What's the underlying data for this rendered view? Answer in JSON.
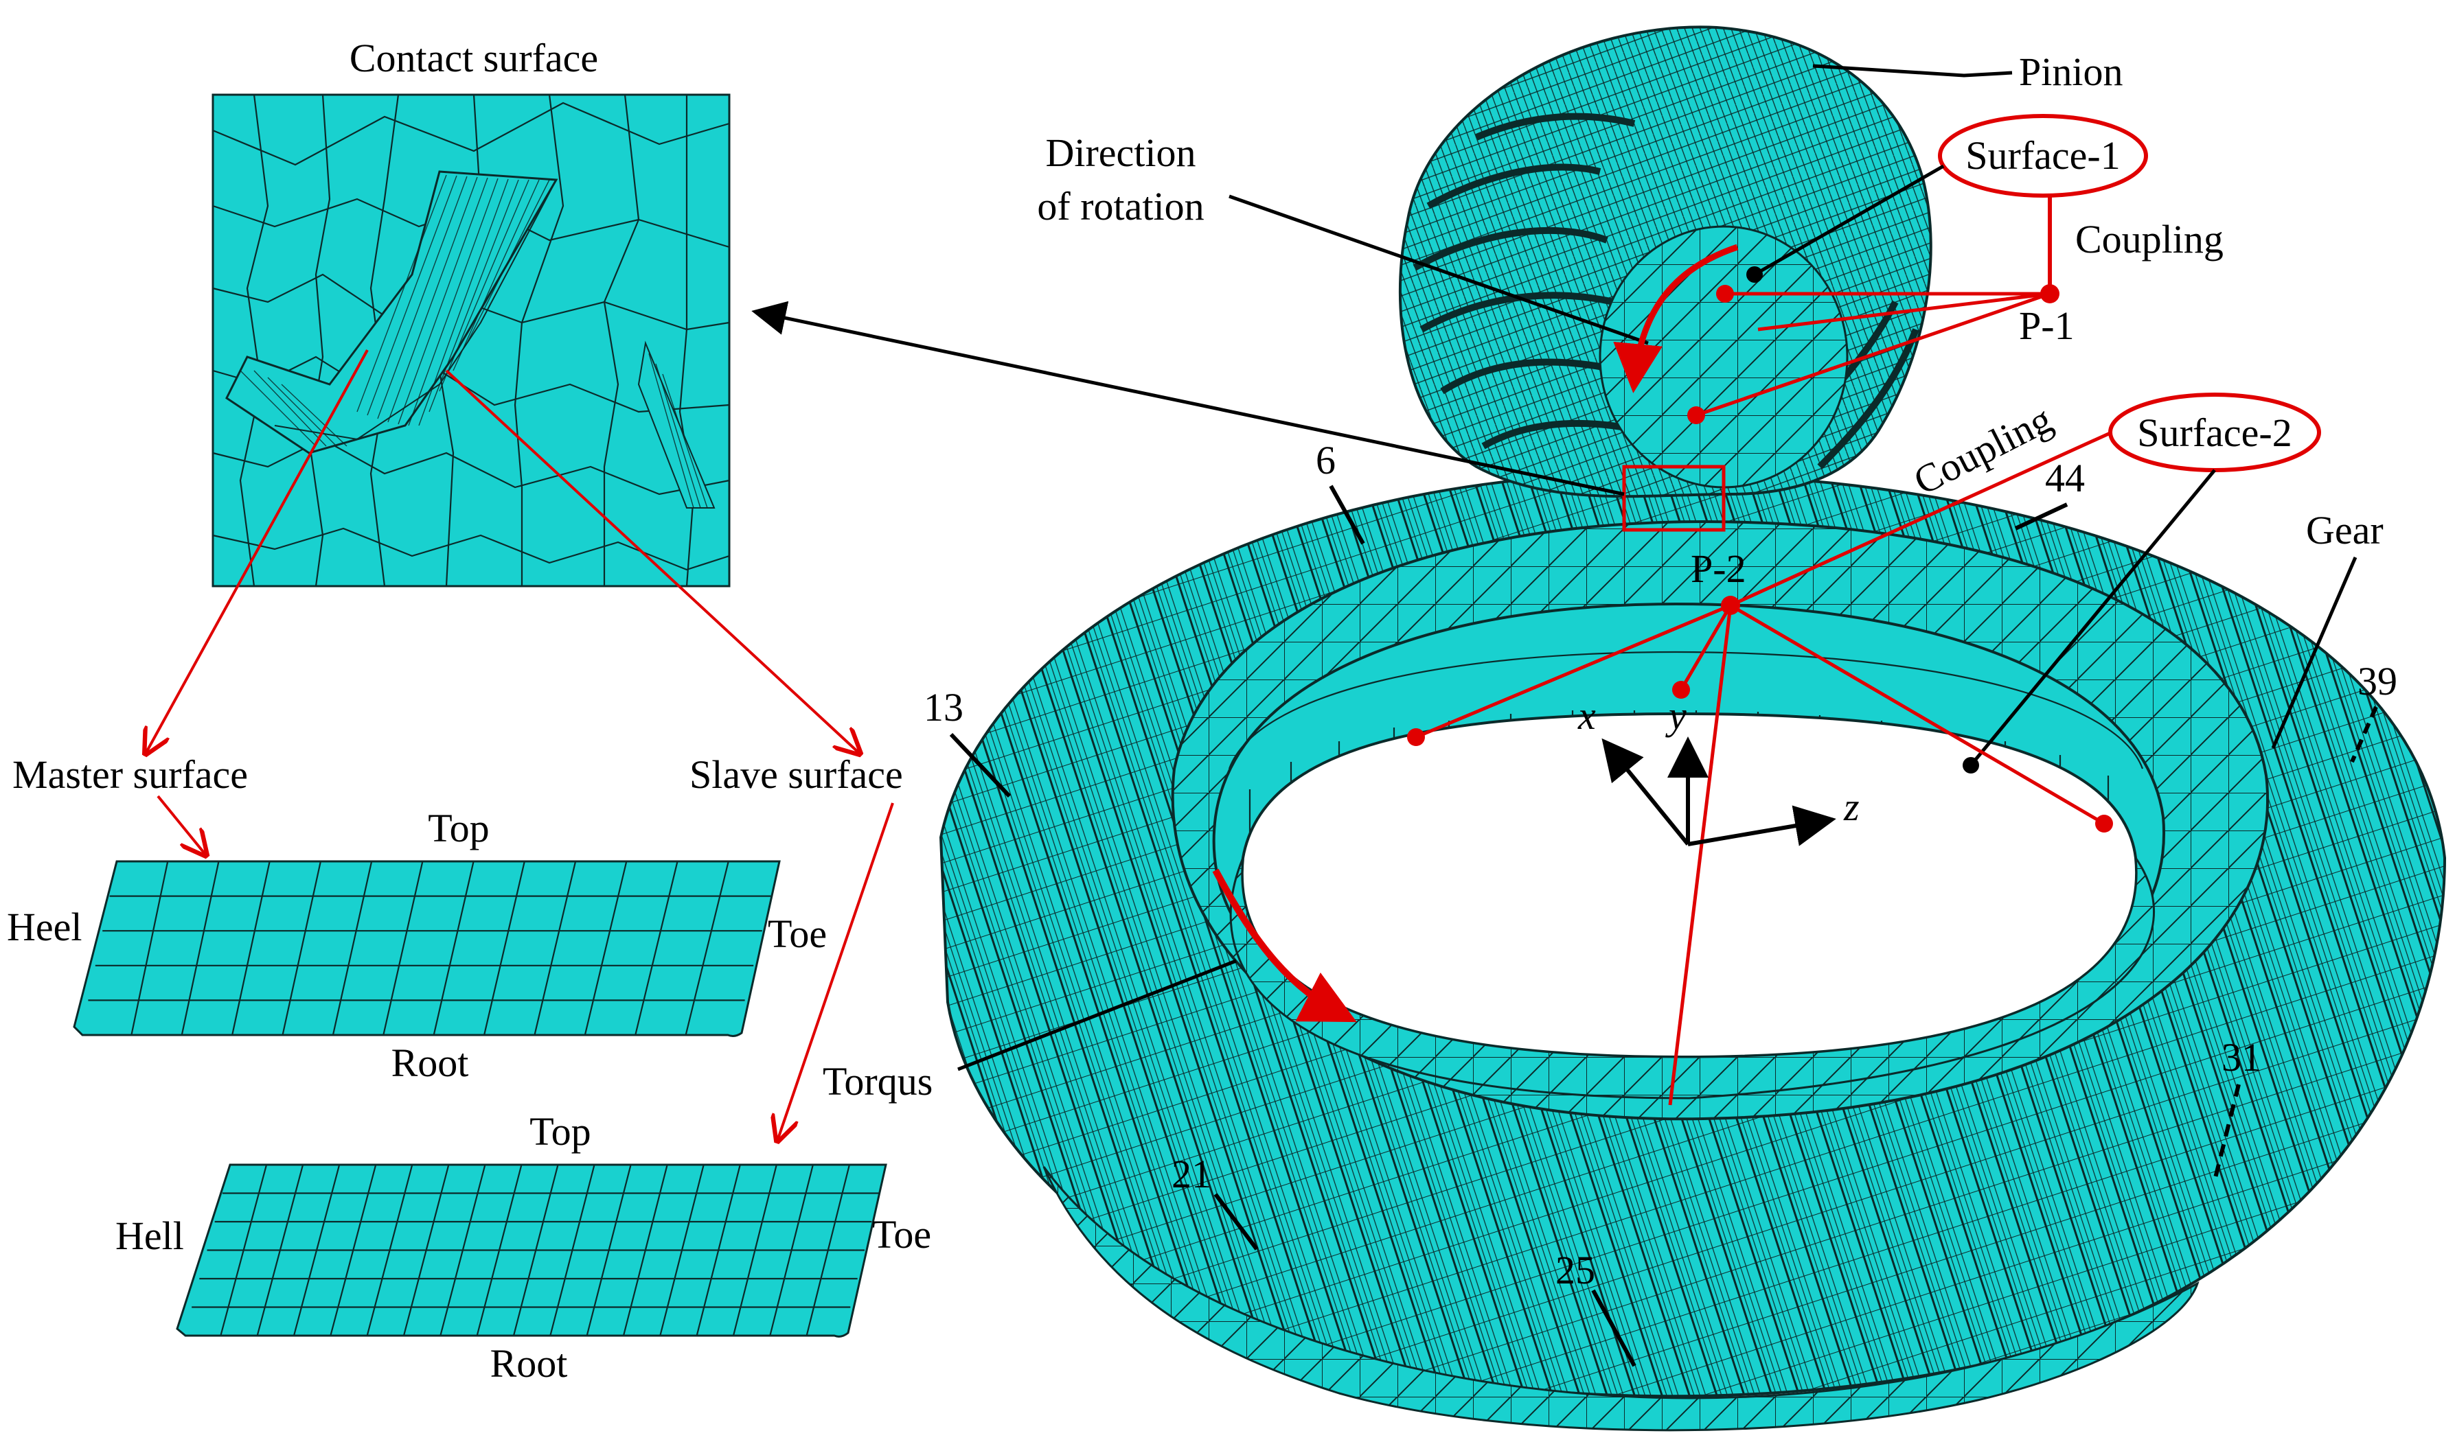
{
  "labels": {
    "contact_surface": "Contact surface",
    "pinion": "Pinion",
    "direction_line1": "Direction",
    "direction_line2": "of rotation",
    "surface1": "Surface-1",
    "coupling1": "Coupling",
    "p1": "P-1",
    "coupling2": "Coupling",
    "surface2": "Surface-2",
    "p2": "P-2",
    "gear": "Gear",
    "master_surface": "Master surface",
    "slave_surface": "Slave surface",
    "torqus": "Torqus",
    "axis_x": "x",
    "axis_y": "y",
    "axis_z": "z"
  },
  "master_patch": {
    "top": "Top",
    "heel": "Heel",
    "toe": "Toe",
    "root": "Root"
  },
  "slave_patch": {
    "top": "Top",
    "heel": "Hell",
    "toe": "Toe",
    "root": "Root"
  },
  "tooth_numbers": [
    "6",
    "13",
    "21",
    "25",
    "31",
    "39",
    "44"
  ],
  "colors": {
    "mesh": "#19d1cf",
    "mesh_lines": "#0b2a2a",
    "annotation_red": "#e00000",
    "leader_black": "#000000"
  }
}
